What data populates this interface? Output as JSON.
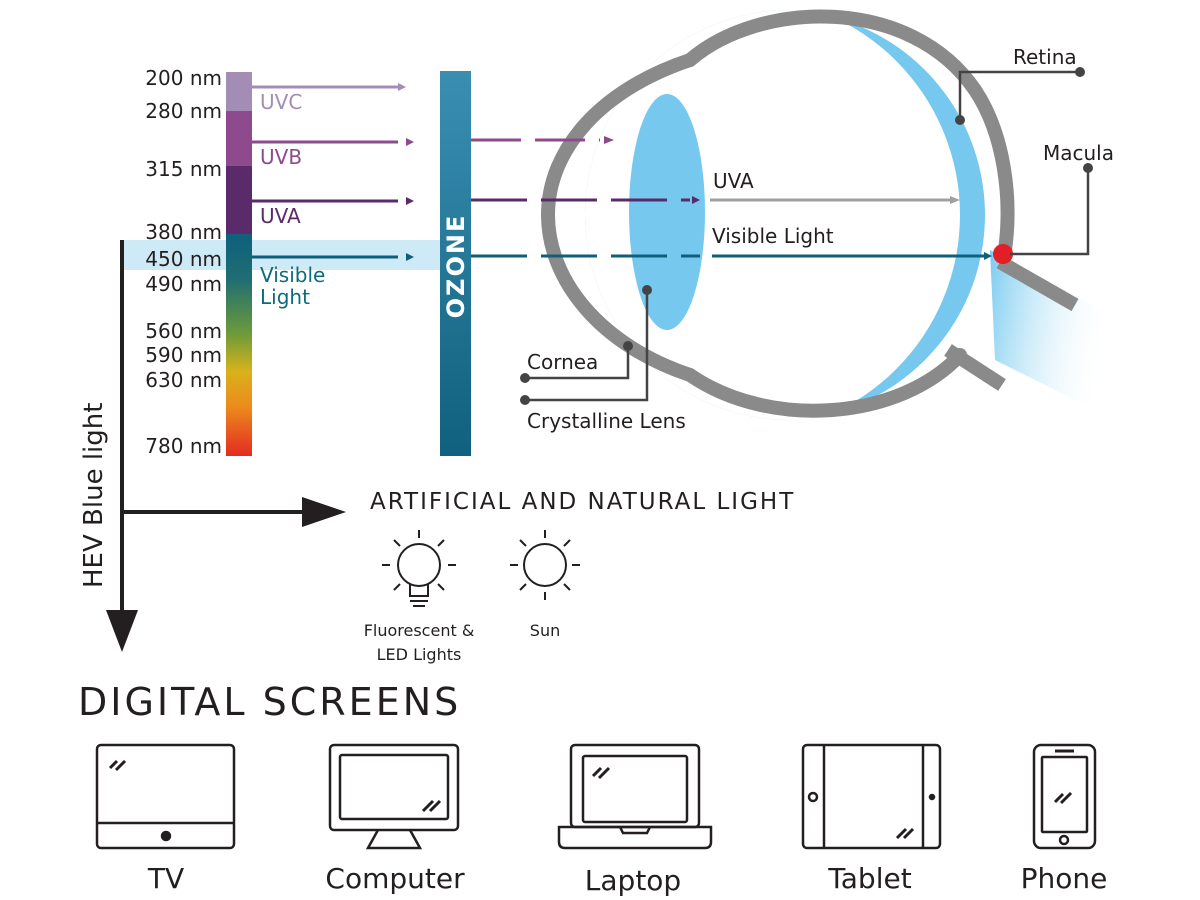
{
  "spectrum": {
    "wavelengths": [
      "200 nm",
      "280 nm",
      "315 nm",
      "380 nm",
      "450 nm",
      "490 nm",
      "560 nm",
      "590 nm",
      "630 nm",
      "780 nm"
    ],
    "bands": {
      "uvc": "UVC",
      "uvb": "UVB",
      "uva": "UVA",
      "visible_line1": "Visible",
      "visible_line2": "Light"
    },
    "colors": {
      "uvc": "#a48db5",
      "uvb": "#8d4a8d",
      "uva": "#5a2a6b",
      "visible_top": "#0e6a7f"
    }
  },
  "ozone": {
    "label": "OZONE",
    "color": "#1d6f8a"
  },
  "eye": {
    "labels": {
      "retina": "Retina",
      "macula": "Macula",
      "uva": "UVA",
      "visible_light": "Visible Light",
      "cornea": "Cornea",
      "crystalline_lens": "Crystalline Lens"
    },
    "colors": {
      "outline": "#8a8a8a",
      "lens": "#7dcbee",
      "macula": "#e21e26"
    }
  },
  "hev": {
    "label": "HEV Blue light",
    "highlight": "#cdeaf6"
  },
  "artificial_natural": {
    "title": "ARTIFICIAL AND NATURAL LIGHT",
    "items": [
      {
        "icon": "light-bulb-icon",
        "line1": "Fluorescent &",
        "line2": "LED Lights"
      },
      {
        "icon": "sun-icon",
        "line1": "Sun"
      }
    ]
  },
  "digital_screens": {
    "title": "DIGITAL SCREENS",
    "devices": [
      {
        "icon": "tv-icon",
        "label": "TV"
      },
      {
        "icon": "computer-icon",
        "label": "Computer"
      },
      {
        "icon": "laptop-icon",
        "label": "Laptop"
      },
      {
        "icon": "tablet-icon",
        "label": "Tablet"
      },
      {
        "icon": "phone-icon",
        "label": "Phone"
      }
    ]
  }
}
